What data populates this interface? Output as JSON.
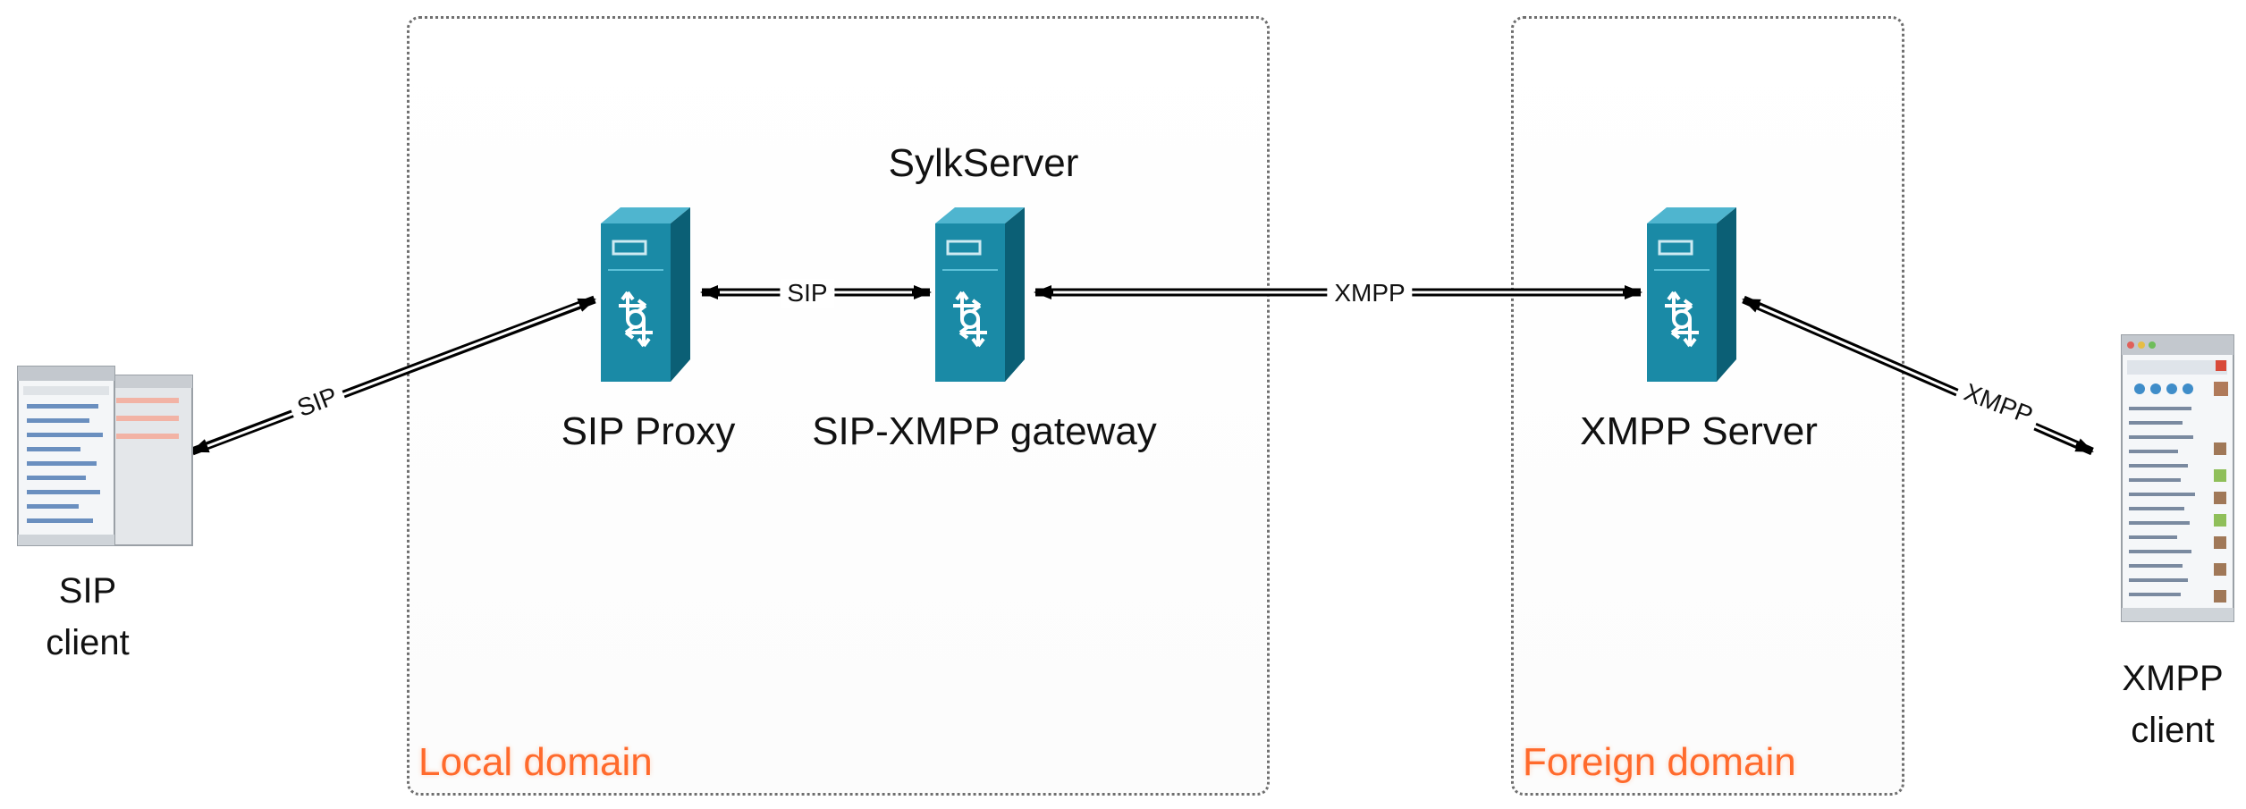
{
  "domains": {
    "local": {
      "label": "Local domain"
    },
    "foreign": {
      "label": "Foreign domain"
    }
  },
  "group": {
    "label": "SylkServer"
  },
  "nodes": {
    "sip_proxy": {
      "label": "SIP Proxy",
      "icon": "server-tower-icon"
    },
    "gateway": {
      "label": "SIP-XMPP gateway",
      "icon": "server-tower-icon"
    },
    "xmpp_server": {
      "label": "XMPP Server",
      "icon": "server-tower-icon"
    }
  },
  "clients": {
    "sip": {
      "line1": "SIP",
      "line2": "client",
      "icon": "sip-client-screenshot-icon"
    },
    "xmpp": {
      "line1": "XMPP",
      "line2": "client",
      "icon": "xmpp-client-screenshot-icon"
    }
  },
  "edges": {
    "sip_client_proxy": {
      "label": "SIP"
    },
    "proxy_gateway": {
      "label": "SIP"
    },
    "gateway_xmpp_server": {
      "label": "XMPP"
    },
    "xmpp_server_client": {
      "label": "XMPP"
    }
  },
  "colors": {
    "server": "#1a8aa6",
    "server_dark": "#0b5f75",
    "domain_label": "#ff6a2c",
    "border": "#6f6f6f"
  }
}
